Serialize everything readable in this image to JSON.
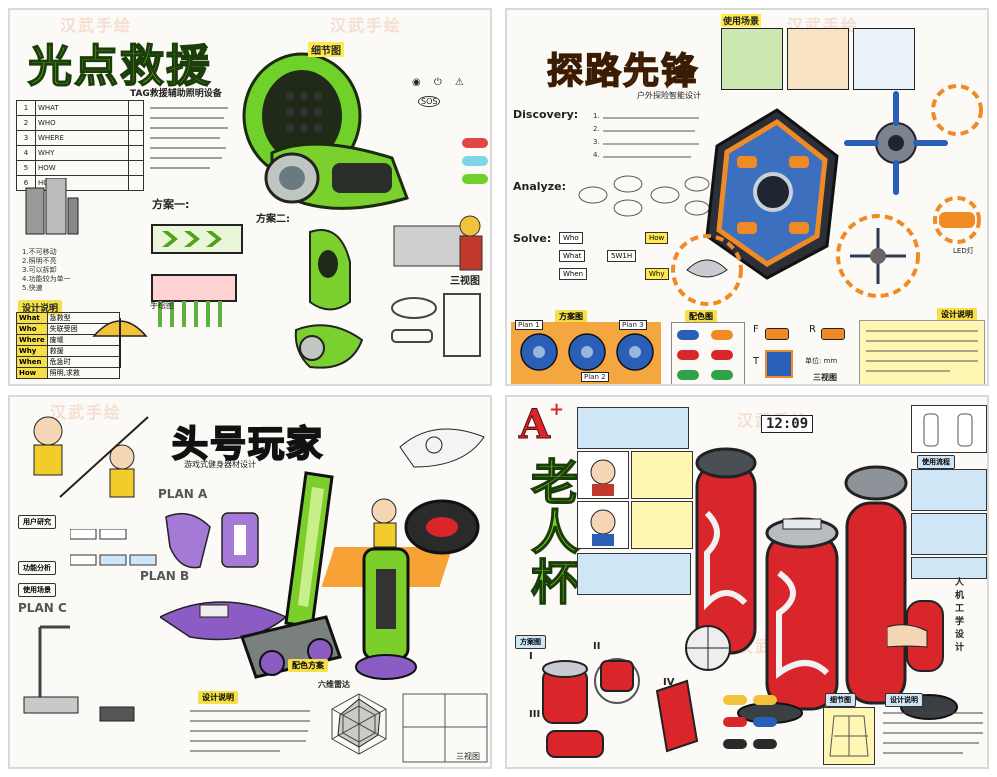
{
  "watermark": "汉武手绘",
  "board1": {
    "title": "光点救援",
    "subtitle": "TAG救援辅助照明设备",
    "table_rows": [
      {
        "num": "1",
        "label": "WHAT"
      },
      {
        "num": "2",
        "label": "WHO"
      },
      {
        "num": "3",
        "label": "WHERE"
      },
      {
        "num": "4",
        "label": "WHY"
      },
      {
        "num": "5",
        "label": "HOW"
      },
      {
        "num": "6",
        "label": "HOW"
      }
    ],
    "label_detail": "细节图",
    "label_plan1": "方案一:",
    "label_plan2": "方案二:",
    "label_three_view": "三视图",
    "label_sketch": "手绘图",
    "list_items": [
      "1.不可移动",
      "2.照明不亮",
      "3.可以拆卸",
      "4.功能较为单一",
      "5.快速"
    ],
    "design_label": "设计说明",
    "bottom_table": [
      {
        "k": "What",
        "v": "急救型"
      },
      {
        "k": "Who",
        "v": "失联受困"
      },
      {
        "k": "Where",
        "v": "废墟"
      },
      {
        "k": "Why",
        "v": "救援"
      },
      {
        "k": "When",
        "v": "危急时"
      },
      {
        "k": "How",
        "v": "照明,求救"
      }
    ],
    "icons_text": [
      "SOS"
    ]
  },
  "board2": {
    "title": "探路先锋",
    "subtitle": "户外探险智能设计",
    "label_discovery": "Discovery:",
    "label_analyze": "Analyze:",
    "label_solve": "Solve:",
    "discovery_items": [
      "1.",
      "2.",
      "3.",
      "4."
    ],
    "scene_label": "使用场景",
    "label_plan": "方案图",
    "label_color": "配色图",
    "label_three_view": "三视图",
    "label_design": "设计说明",
    "plans": [
      "Plan 1",
      "Plan 2",
      "Plan 3"
    ],
    "view_labels": {
      "F": "F",
      "R": "R",
      "T": "T"
    },
    "unit_text": "单位: mm",
    "swot": "5W1H",
    "led_label": "LED灯"
  },
  "board3": {
    "title": "头号玩家",
    "subtitle": "游戏式健身器材设计",
    "plan_a": "PLAN A",
    "plan_b": "PLAN B",
    "plan_c": "PLAN C",
    "label_design": "设计说明",
    "label_radar": "六维雷达",
    "label_three_view": "三视图",
    "label_color": "配色方案",
    "left_labels": [
      "用户研究",
      "功能分析",
      "使用场景"
    ]
  },
  "board4": {
    "title_mark": "A",
    "title_plus": "+",
    "title": "老人杯",
    "side_text": [
      "人",
      "机",
      "工",
      "学",
      "设",
      "计"
    ],
    "clock": "12:09",
    "roman": [
      "I",
      "II",
      "III",
      "IV"
    ],
    "label_plan": "方案图",
    "label_design": "设计说明",
    "label_detail": "细节图",
    "label_process": "使用流程"
  },
  "colors": {
    "green": "#7ccf2a",
    "orange": "#f08a24",
    "red": "#d8262b",
    "blue": "#2a5fb8",
    "purple": "#8a5cc4",
    "dark": "#222222"
  }
}
